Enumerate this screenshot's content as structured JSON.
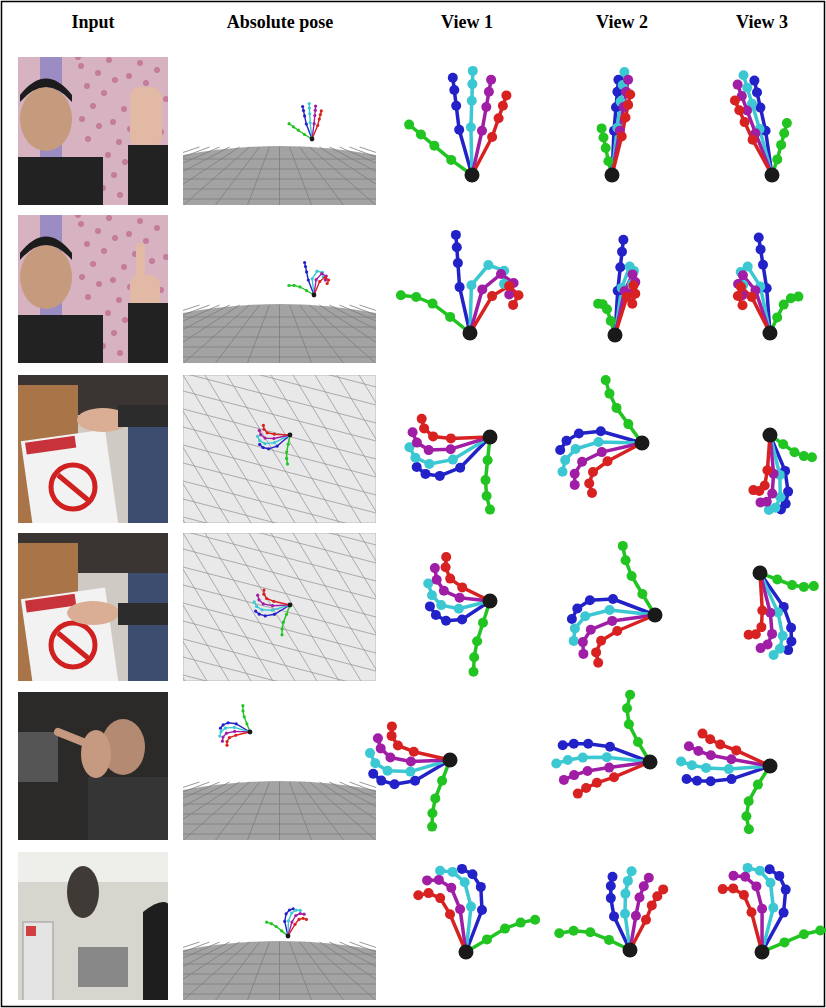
{
  "diagram": {
    "labels": [
      "Input",
      "Absolute pose",
      "View 1",
      "View 2",
      "View 3"
    ]
  }
}
